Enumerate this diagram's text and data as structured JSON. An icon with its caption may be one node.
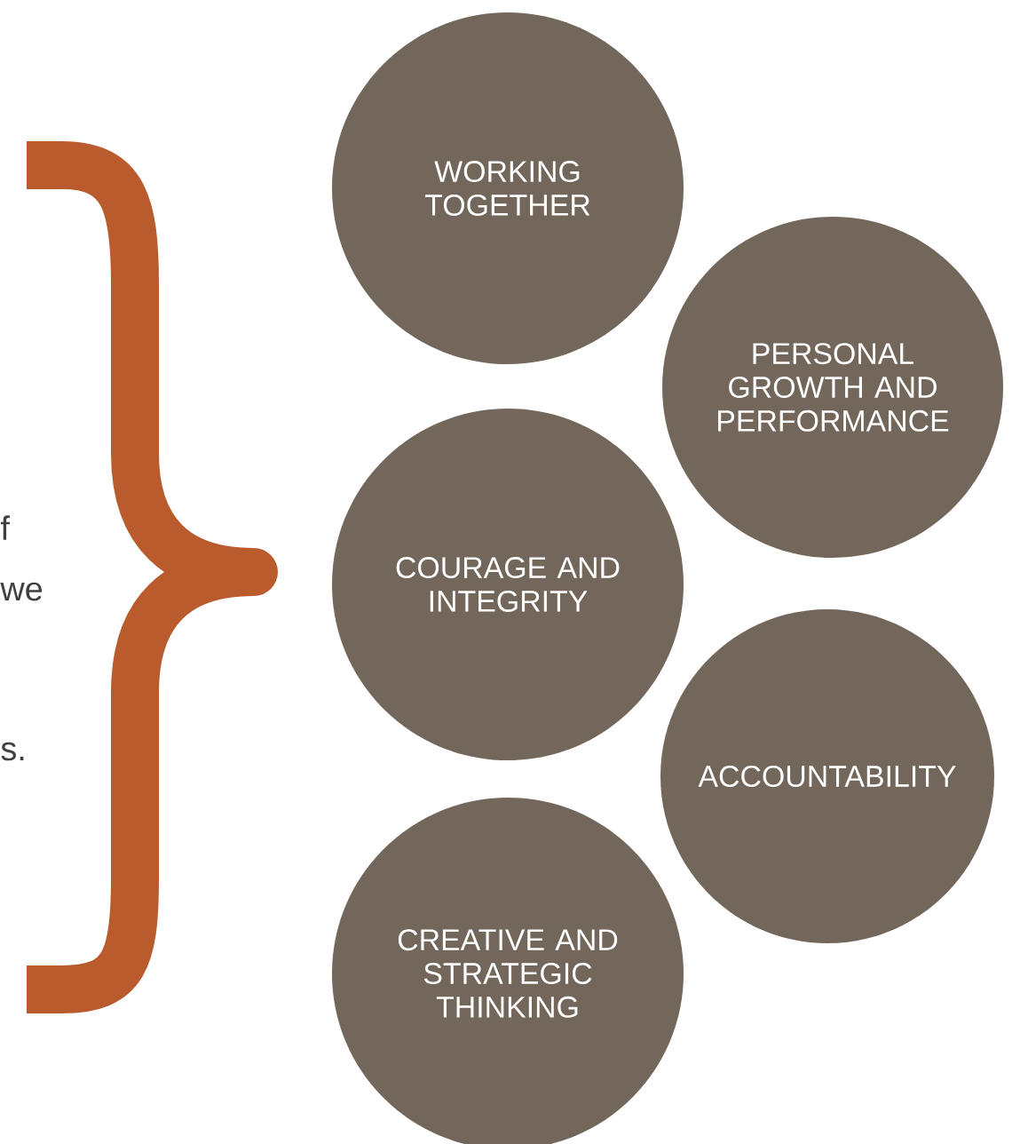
{
  "diagram": {
    "nodes": [
      {
        "text": [
          "WORKING TOGETHER"
        ]
      },
      {
        "text": [
          "PERSONAL GROWTH AND PERFORMANCE"
        ]
      },
      {
        "text": [
          "COURAGE AND INTEGRITY"
        ]
      },
      {
        "text": [
          "ACCOUNTABILITY"
        ]
      },
      {
        "text": [
          "CREATIVE AND STRATEGIC THINKING"
        ]
      }
    ],
    "labels": [
      "f",
      "we",
      "s."
    ]
  }
}
